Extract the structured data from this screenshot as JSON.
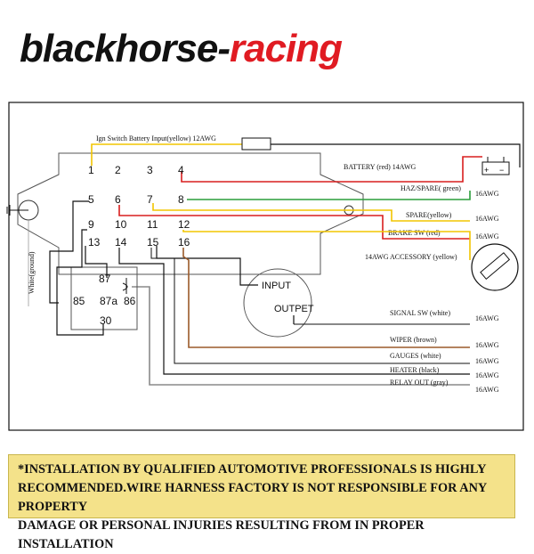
{
  "brand": {
    "part1": "blackhorse-",
    "part2": "racing",
    "color_dark": "#111111",
    "color_red": "#e01b22"
  },
  "terminals": {
    "t1": "1",
    "t2": "2",
    "t3": "3",
    "t4": "4",
    "t5": "5",
    "t6": "6",
    "t7": "7",
    "t8": "8",
    "t9": "9",
    "t10": "10",
    "t11": "11",
    "t12": "12",
    "t13": "13",
    "t14": "14",
    "t15": "15",
    "t16": "16"
  },
  "relay": {
    "p87": "87",
    "p85": "85",
    "p87a": "87a",
    "p86": "86",
    "p30": "30"
  },
  "flasher": {
    "input": "INPUT",
    "output": "OUTPET"
  },
  "ground_label": "White(ground)",
  "wires": {
    "ign": "Ign Switch Battery Input(yellow)  12AWG",
    "battery": "BATTERY (red)  14AWG",
    "haz": "HAZ/SPARE( green)",
    "haz_awg": "16AWG",
    "spare": "SPARE(yellow)",
    "spare_awg": "16AWG",
    "brake": "BRAKE SW (red)",
    "brake_awg": "16AWG",
    "accessory": "14AWG  ACCESSORY   (yellow)",
    "signal": "SIGNAL SW  (white)",
    "signal_awg": "16AWG",
    "wiper": "WIPER     (brown)",
    "wiper_awg": "16AWG",
    "gauges": "GAUGES    (white)",
    "gauges_awg": "16AWG",
    "heater": "HEATER    (black)",
    "heater_awg": "16AWG",
    "relay_out": "RELAY  OUT    (gray)",
    "relay_out_awg": "16AWG"
  },
  "colors": {
    "red": "#d81e1e",
    "green": "#2a9d3a",
    "yellow": "#f2c500",
    "brown": "#9b5a2a",
    "gray": "#8a8a8a",
    "black": "#111111"
  },
  "notice": {
    "line1": "*INSTALLATION BY QUALIFIED AUTOMOTIVE PROFESSIONALS IS HIGHLY",
    "line2": "RECOMMENDED.WIRE HARNESS FACTORY IS NOT RESPONSIBLE FOR ANY PROPERTY",
    "line3": "DAMAGE OR PERSONAL INJURIES RESULTING FROM IN PROPER INSTALLATION"
  }
}
